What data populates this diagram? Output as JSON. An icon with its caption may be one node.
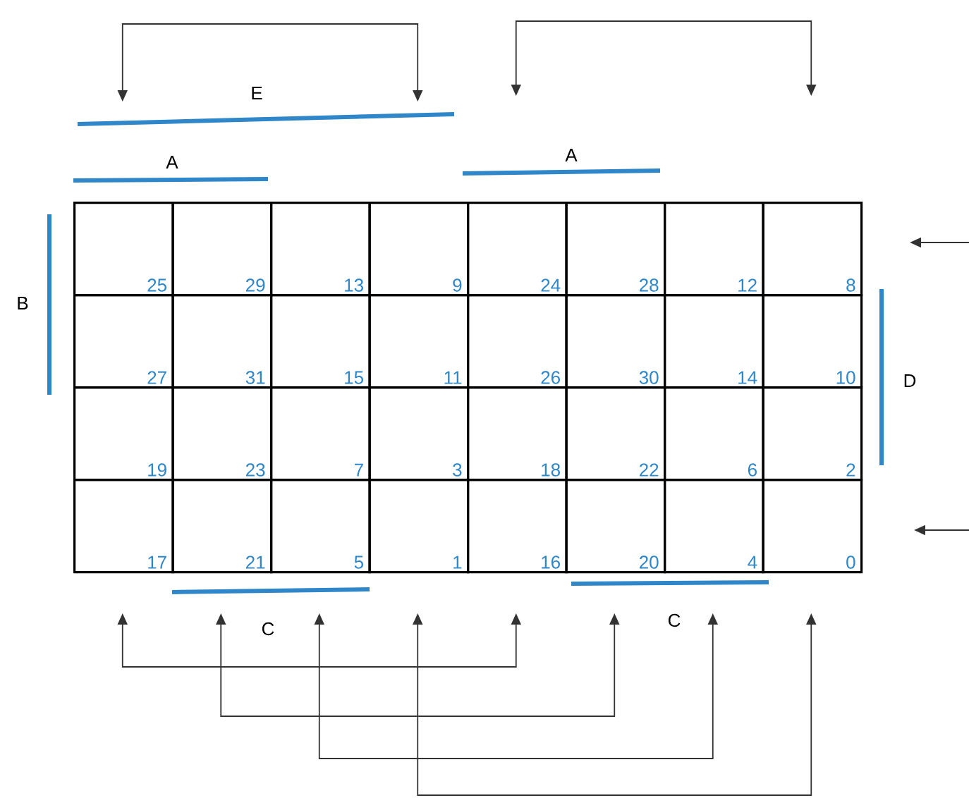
{
  "diagram": {
    "nodes": [
      {
        "text": [
          "25"
        ]
      },
      {
        "text": [
          "29"
        ]
      },
      {
        "text": [
          "13"
        ]
      },
      {
        "text": [
          "9"
        ]
      },
      {
        "text": [
          "24"
        ]
      },
      {
        "text": [
          "28"
        ]
      },
      {
        "text": [
          "12"
        ]
      },
      {
        "text": [
          "8"
        ]
      },
      {
        "text": [
          "27"
        ]
      },
      {
        "text": [
          "31"
        ]
      },
      {
        "text": [
          "15"
        ]
      },
      {
        "text": [
          "11"
        ]
      },
      {
        "text": [
          "26"
        ]
      },
      {
        "text": [
          "30"
        ]
      },
      {
        "text": [
          "14"
        ]
      },
      {
        "text": [
          "10"
        ]
      },
      {
        "text": [
          "19"
        ]
      },
      {
        "text": [
          "23"
        ]
      },
      {
        "text": [
          "7"
        ]
      },
      {
        "text": [
          "3"
        ]
      },
      {
        "text": [
          "18"
        ]
      },
      {
        "text": [
          "22"
        ]
      },
      {
        "text": [
          "6"
        ]
      },
      {
        "text": [
          "2"
        ]
      },
      {
        "text": [
          "17"
        ]
      },
      {
        "text": [
          "21"
        ]
      },
      {
        "text": [
          "5"
        ]
      },
      {
        "text": [
          "1"
        ]
      },
      {
        "text": [
          "16"
        ]
      },
      {
        "text": [
          "20"
        ]
      },
      {
        "text": [
          "4"
        ]
      },
      {
        "text": [
          "0"
        ]
      }
    ],
    "labels": [
      "E",
      "A",
      "A",
      "B",
      "D",
      "C",
      "C"
    ]
  }
}
